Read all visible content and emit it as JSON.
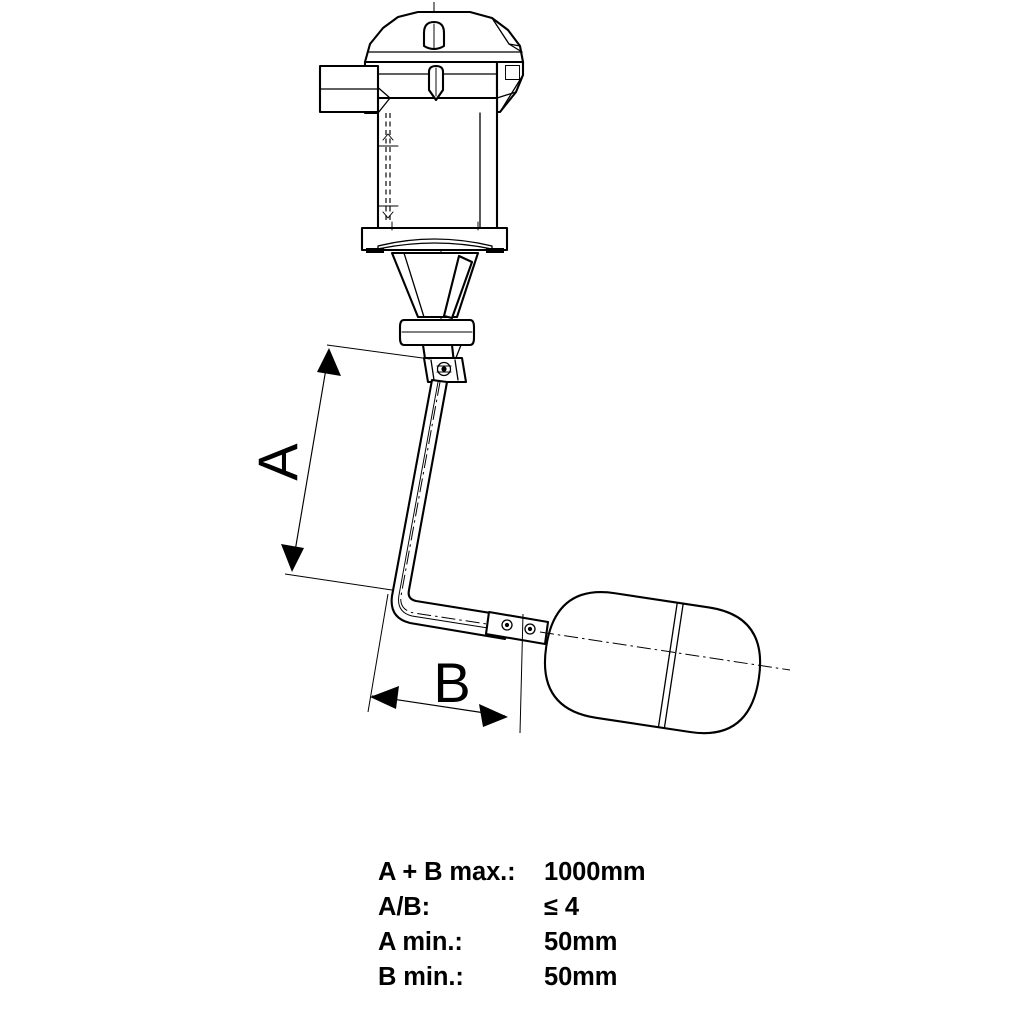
{
  "document": {
    "type": "technical-drawing",
    "subject": "Float level switch with hinged float arm",
    "background_color": "#ffffff",
    "line_color": "#000000"
  },
  "drawing": {
    "dimension_labels": {
      "a": "A",
      "b": "B"
    },
    "components": [
      {
        "name": "terminal-housing-head",
        "description": "enclosure head with dome cover"
      },
      {
        "name": "conduit-entry",
        "description": "cable gland / conduit entry on left side"
      },
      {
        "name": "vent-plug-top",
        "description": "small plug on top centerline"
      },
      {
        "name": "vent-plug-mid",
        "description": "bullet shaped plug on housing centerline"
      },
      {
        "name": "set-screw-square",
        "description": "small square set screw on right edge"
      },
      {
        "name": "cover-bolt-hidden",
        "description": "hidden line bolt shaft inside housing"
      },
      {
        "name": "process-flange",
        "description": "flat mounting flange with gasket"
      },
      {
        "name": "tapered-neck",
        "description": "conical neck below flange"
      },
      {
        "name": "stem-collar",
        "description": "bushing collar on stem"
      },
      {
        "name": "pivot-clevis",
        "description": "fork joint with pivot pin"
      },
      {
        "name": "float-arm",
        "description": "bent rod with rounded elbow"
      },
      {
        "name": "arm-bracket",
        "description": "rectangular bracket with two holes"
      },
      {
        "name": "float-ball",
        "description": "capsule shaped float with weld seam"
      }
    ]
  },
  "specifications": {
    "rows": [
      {
        "label": "A + B max.:",
        "value": "1000mm"
      },
      {
        "label": "A/B:",
        "value": "≤ 4"
      },
      {
        "label": "A min.:",
        "value": "50mm"
      },
      {
        "label": "B min.:",
        "value": "50mm"
      }
    ]
  }
}
